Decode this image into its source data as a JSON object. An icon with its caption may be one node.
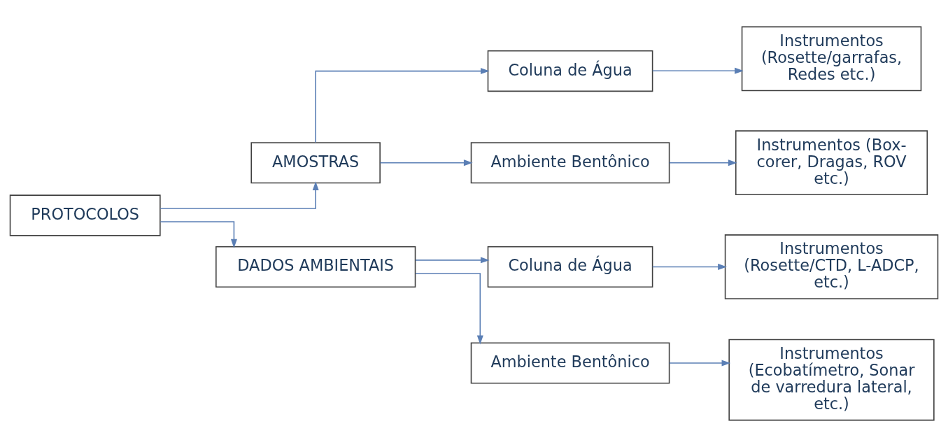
{
  "diagram": {
    "nodes": [
      {
        "text": [
          "PROTOCOLOS"
        ]
      },
      {
        "text": [
          "AMOSTRAS"
        ]
      },
      {
        "text": [
          "Coluna de Água"
        ]
      },
      {
        "text": [
          "Instrumentos (Rosette/garrafas, Redes etc.)"
        ]
      },
      {
        "text": [
          "Ambiente Bentônico"
        ]
      },
      {
        "text": [
          "Instrumentos (Box-corer, Dragas, ROV etc.)"
        ]
      },
      {
        "text": [
          "DADOS AMBIENTAIS"
        ]
      },
      {
        "text": [
          "Coluna de Água"
        ]
      },
      {
        "text": [
          "Instrumentos (Rosette/CTD, L-ADCP, etc.)"
        ]
      },
      {
        "text": [
          "Ambiente Bentônico"
        ]
      },
      {
        "text": [
          "Instrumentos (Ecobatímetro, Sonar de varredura lateral, etc.)"
        ]
      }
    ],
    "edges": [
      {
        "from": 0,
        "to": 1,
        "arrow": "to"
      },
      {
        "from": 0,
        "to": 6,
        "arrow": "to"
      },
      {
        "from": 1,
        "to": 2,
        "arrow": "to"
      },
      {
        "from": 1,
        "to": 4,
        "arrow": "to"
      },
      {
        "from": 2,
        "to": 3,
        "arrow": "to"
      },
      {
        "from": 4,
        "to": 5,
        "arrow": "to"
      },
      {
        "from": 6,
        "to": 7,
        "arrow": "to"
      },
      {
        "from": 6,
        "to": 9,
        "arrow": "to"
      },
      {
        "from": 7,
        "to": 8,
        "arrow": "to"
      },
      {
        "from": 9,
        "to": 10,
        "arrow": "to"
      }
    ]
  }
}
